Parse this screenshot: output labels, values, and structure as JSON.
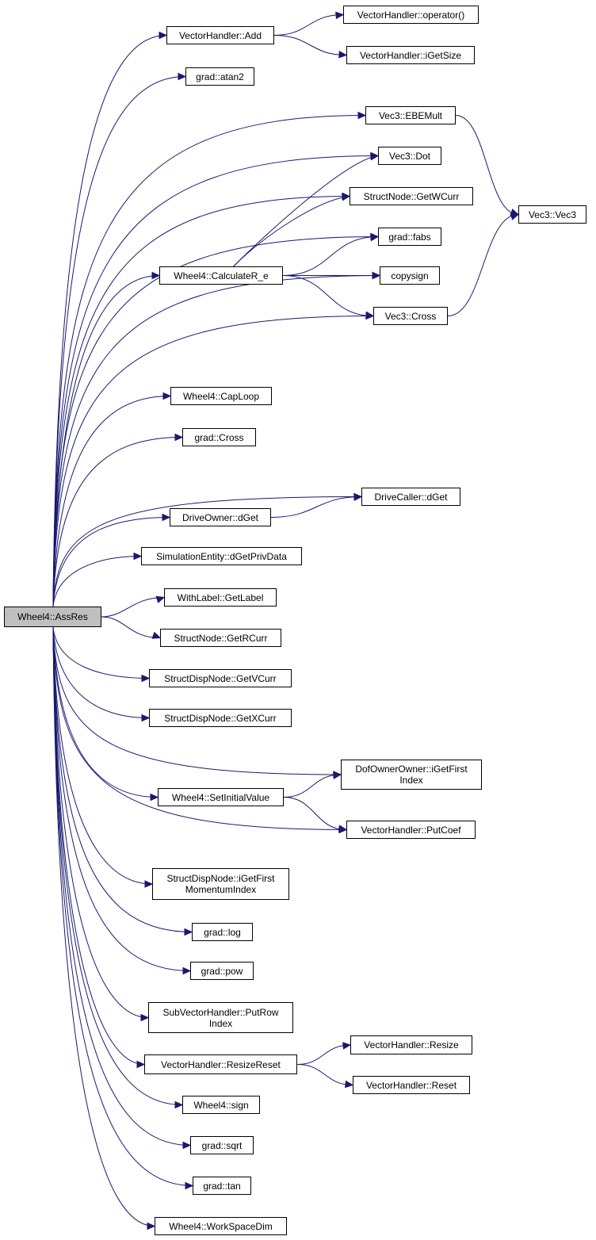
{
  "colors": {
    "edge": "#191970",
    "root_fill": "#bfbfbf",
    "node_fill": "#ffffff",
    "border": "#000000"
  },
  "graph": {
    "root": "Wheel4::AssRes",
    "nodes": {
      "assres": "Wheel4::AssRes",
      "vh_add": "VectorHandler::Add",
      "vh_op": "VectorHandler::operator()",
      "vh_igetsize": "VectorHandler::iGetSize",
      "grad_atan2": "grad::atan2",
      "vec3_ebemult": "Vec3::EBEMult",
      "vec3_dot": "Vec3::Dot",
      "sn_getwcurr": "StructNode::GetWCurr",
      "vec3_vec3": "Vec3::Vec3",
      "grad_fabs": "grad::fabs",
      "calc_re": "Wheel4::CalculateR_e",
      "copysign": "copysign",
      "vec3_cross": "Vec3::Cross",
      "caploop": "Wheel4::CapLoop",
      "grad_cross": "grad::Cross",
      "dc_dget": "DriveCaller::dGet",
      "do_dget": "DriveOwner::dGet",
      "se_dgetprivdata": "SimulationEntity::dGetPrivData",
      "wl_getlabel": "WithLabel::GetLabel",
      "sn_getrcurr": "StructNode::GetRCurr",
      "sdn_getvcurr": "StructDispNode::GetVCurr",
      "sdn_getxcurr": "StructDispNode::GetXCurr",
      "doo_igetfirst": "DofOwnerOwner::iGetFirst\nIndex",
      "setinitial": "Wheel4::SetInitialValue",
      "vh_putcoef": "VectorHandler::PutCoef",
      "sdn_igetfirstmom": "StructDispNode::iGetFirst\nMomentumIndex",
      "grad_log": "grad::log",
      "grad_pow": "grad::pow",
      "svh_putrowindex": "SubVectorHandler::PutRow\nIndex",
      "vh_resizereset": "VectorHandler::ResizeReset",
      "vh_resize": "VectorHandler::Resize",
      "vh_reset": "VectorHandler::Reset",
      "w4_sign": "Wheel4::sign",
      "grad_sqrt": "grad::sqrt",
      "grad_tan": "grad::tan",
      "w4_workspacedim": "Wheel4::WorkSpaceDim"
    },
    "edges": [
      [
        "assres",
        "vh_add"
      ],
      [
        "assres",
        "grad_atan2"
      ],
      [
        "assres",
        "vec3_ebemult"
      ],
      [
        "assres",
        "vec3_dot"
      ],
      [
        "assres",
        "sn_getwcurr"
      ],
      [
        "assres",
        "grad_fabs"
      ],
      [
        "assres",
        "calc_re"
      ],
      [
        "assres",
        "copysign"
      ],
      [
        "assres",
        "vec3_cross"
      ],
      [
        "assres",
        "caploop"
      ],
      [
        "assres",
        "grad_cross"
      ],
      [
        "assres",
        "dc_dget"
      ],
      [
        "assres",
        "do_dget"
      ],
      [
        "assres",
        "se_dgetprivdata"
      ],
      [
        "assres",
        "wl_getlabel"
      ],
      [
        "assres",
        "sn_getrcurr"
      ],
      [
        "assres",
        "sdn_getvcurr"
      ],
      [
        "assres",
        "sdn_getxcurr"
      ],
      [
        "assres",
        "doo_igetfirst"
      ],
      [
        "assres",
        "setinitial"
      ],
      [
        "assres",
        "vh_putcoef"
      ],
      [
        "assres",
        "sdn_igetfirstmom"
      ],
      [
        "assres",
        "grad_log"
      ],
      [
        "assres",
        "grad_pow"
      ],
      [
        "assres",
        "svh_putrowindex"
      ],
      [
        "assres",
        "vh_resizereset"
      ],
      [
        "assres",
        "w4_sign"
      ],
      [
        "assres",
        "grad_sqrt"
      ],
      [
        "assres",
        "grad_tan"
      ],
      [
        "assres",
        "w4_workspacedim"
      ],
      [
        "vh_add",
        "vh_op"
      ],
      [
        "vh_add",
        "vh_igetsize"
      ],
      [
        "vec3_ebemult",
        "vec3_vec3"
      ],
      [
        "vec3_cross",
        "vec3_vec3"
      ],
      [
        "calc_re",
        "vec3_dot"
      ],
      [
        "calc_re",
        "sn_getwcurr"
      ],
      [
        "calc_re",
        "grad_fabs"
      ],
      [
        "calc_re",
        "copysign"
      ],
      [
        "calc_re",
        "vec3_cross"
      ],
      [
        "do_dget",
        "dc_dget"
      ],
      [
        "setinitial",
        "doo_igetfirst"
      ],
      [
        "setinitial",
        "vh_putcoef"
      ],
      [
        "vh_resizereset",
        "vh_resize"
      ],
      [
        "vh_resizereset",
        "vh_reset"
      ]
    ]
  }
}
